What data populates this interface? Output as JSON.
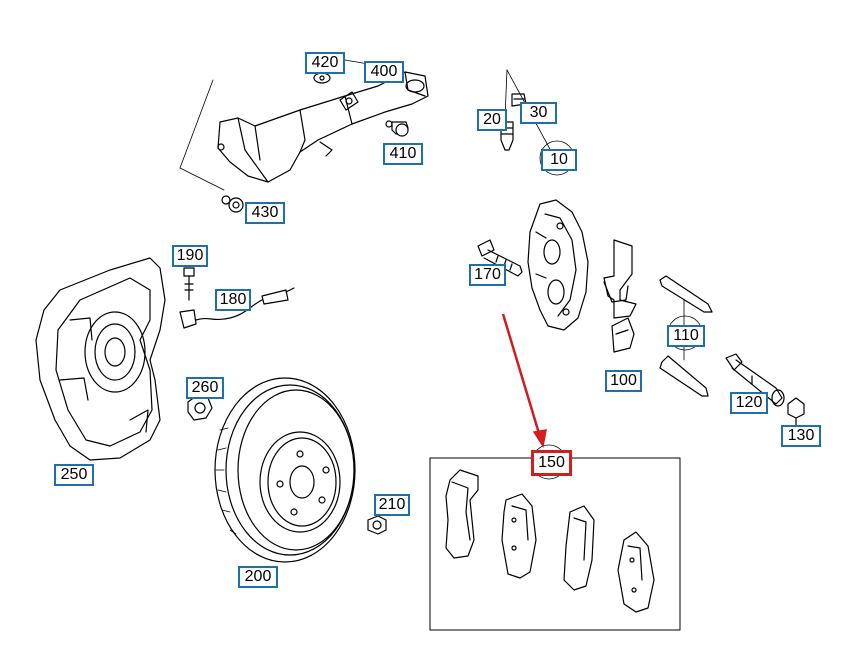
{
  "diagram": {
    "parts": [
      {
        "id": "p420",
        "number": "420"
      },
      {
        "id": "p400",
        "number": "400"
      },
      {
        "id": "p410",
        "number": "410"
      },
      {
        "id": "p430",
        "number": "430"
      },
      {
        "id": "p20",
        "number": "20"
      },
      {
        "id": "p30",
        "number": "30"
      },
      {
        "id": "p10",
        "number": "10"
      },
      {
        "id": "p190",
        "number": "190"
      },
      {
        "id": "p180",
        "number": "180"
      },
      {
        "id": "p170",
        "number": "170"
      },
      {
        "id": "p110",
        "number": "110"
      },
      {
        "id": "p100",
        "number": "100"
      },
      {
        "id": "p120",
        "number": "120"
      },
      {
        "id": "p130",
        "number": "130"
      },
      {
        "id": "p260",
        "number": "260"
      },
      {
        "id": "p250",
        "number": "250"
      },
      {
        "id": "p210",
        "number": "210"
      },
      {
        "id": "p200",
        "number": "200"
      },
      {
        "id": "p150",
        "number": "150"
      }
    ],
    "highlighted_part": "150",
    "colors": {
      "label_border": "#1f6fa8",
      "highlight_border": "#d11d1d",
      "arrow": "#d11d1d",
      "line_art": "#000000"
    }
  }
}
